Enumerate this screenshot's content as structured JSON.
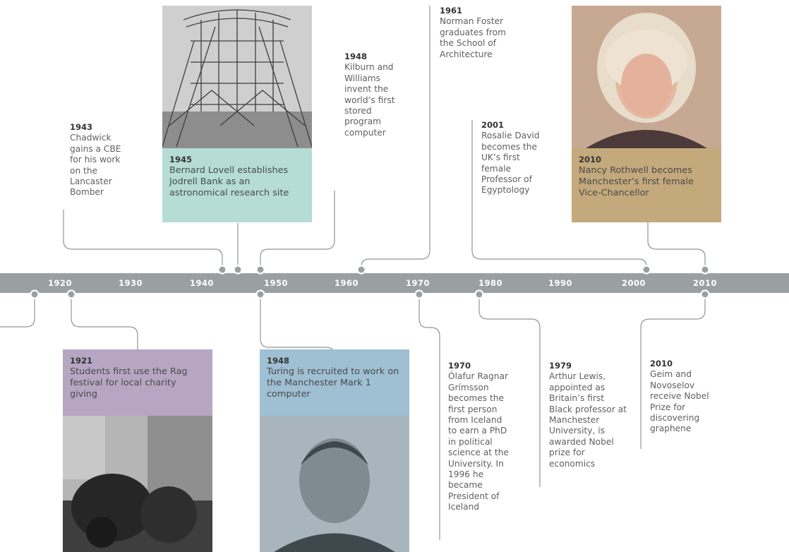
{
  "timeline": {
    "ticks": [
      "1920",
      "1930",
      "1940",
      "1950",
      "1960",
      "1970",
      "1980",
      "1990",
      "2000",
      "2010"
    ]
  },
  "events": {
    "e1943": {
      "year": "1943",
      "text": "Chadwick gains a CBE for his work on the Lancaster Bomber"
    },
    "e1945": {
      "year": "1945",
      "text": "Bernard Lovell establishes Jodrell Bank as an astronomical research site"
    },
    "e1948a": {
      "year": "1948",
      "text": "Kilburn and Williams invent the world’s first stored program computer"
    },
    "e1961": {
      "year": "1961",
      "text": "Norman Foster graduates from the School of Architecture"
    },
    "e2001": {
      "year": "2001",
      "text": "Rosalie David becomes the UK’s first female Professor of Egyptology"
    },
    "e2010a": {
      "year": "2010",
      "text": "Nancy Rothwell becomes Manchester’s first female Vice-Chancellor"
    },
    "e1921": {
      "year": "1921",
      "text": "Students first use the Rag festival for local charity giving"
    },
    "e1948b": {
      "year": "1948",
      "text": "Turing is recruited to work on the Manchester Mark 1 computer"
    },
    "e1970": {
      "year": "1970",
      "text": "Ólafur Ragnar Grímsson becomes the first person from Iceland to earn a PhD in political science at the University. In 1996 he became President of Iceland"
    },
    "e1979": {
      "year": "1979",
      "text": "Arthur Lewis, appointed as Britain’s first Black professor at Manchester University, is awarded Nobel prize for economics"
    },
    "e2010b": {
      "year": "2010",
      "text": "Geim and Novoselov receive Nobel Prize for discovering graphene"
    }
  },
  "colors": {
    "band": "#9aa0a1",
    "line": "#8f9596",
    "teal": "#b5ddd6",
    "mauve": "#b6a6c3",
    "blue": "#9fbfd2",
    "gold": "#c4a97c"
  }
}
